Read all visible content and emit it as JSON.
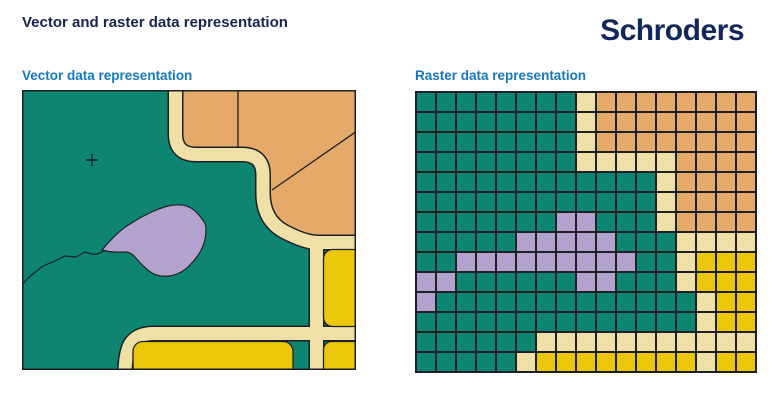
{
  "header": {
    "title": "Vector and raster data representation",
    "logo_text": "Schroders"
  },
  "colors": {
    "teal": "#0d8570",
    "orange": "#e5a96a",
    "cream": "#efe0a8",
    "purple": "#b4a2ce",
    "yellow": "#ecc608",
    "line": "#1c2025",
    "title_navy": "#15254d",
    "logo_navy": "#10275c",
    "heading_blue": "#1478be"
  },
  "vector_panel": {
    "title": "Vector data representation",
    "features": [
      "land",
      "roads",
      "fields",
      "lake",
      "stream",
      "parcel-boundaries",
      "point-marker"
    ]
  },
  "raster_panel": {
    "title": "Raster data representation",
    "grid": {
      "cols": 17,
      "rows_count": 14,
      "legend": {
        "G": "teal",
        "O": "orange",
        "C": "cream",
        "P": "purple",
        "Y": "yellow"
      },
      "rows": [
        "GGGGGGGGCOOOOOOOO",
        "GGGGGGGGCOOOOOOOO",
        "GGGGGGGGCOOOOOOOO",
        "GGGGGGGGCCCCCOOOO",
        "GGGGGGGGGGGGCOOOO",
        "GGGGGGGGGGGGCOOOO",
        "GGGGGGGPPGGGCOOOO",
        "GGGGGPPPPPGGGCCCC",
        "GGPPPPPPPPPGGCYYY",
        "PPGGGGGGPPGGGCYYY",
        "PGGGGGGGGGGGGGCYY",
        "GGGGGGGGGGGGGGCYY",
        "GGGGGGCCCCCCCCCCC",
        "GGGGGCYYYYYYYYCYY"
      ]
    }
  }
}
